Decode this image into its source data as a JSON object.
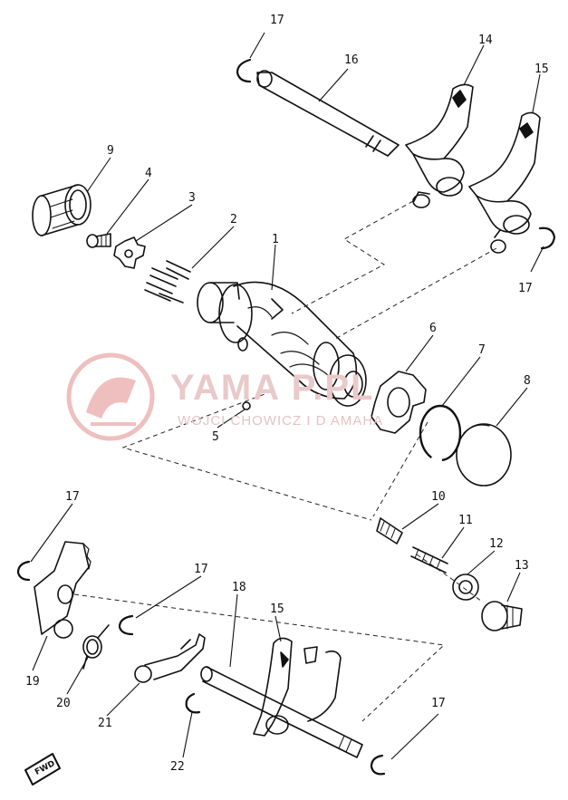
{
  "diagram": {
    "type": "exploded-parts-diagram",
    "fwd_label": "FWD",
    "watermark": {
      "title": "YAMA  P.PL",
      "subtitle": "WOJCI CHOWICZ I D   AMAHA",
      "color": "#e8c4c4"
    },
    "callouts": [
      {
        "id": "c17a",
        "number": "17"
      },
      {
        "id": "c16",
        "number": "16"
      },
      {
        "id": "c14",
        "number": "14"
      },
      {
        "id": "c15a",
        "number": "15"
      },
      {
        "id": "c9",
        "number": "9"
      },
      {
        "id": "c4",
        "number": "4"
      },
      {
        "id": "c3",
        "number": "3"
      },
      {
        "id": "c2",
        "number": "2"
      },
      {
        "id": "c1",
        "number": "1"
      },
      {
        "id": "c17b",
        "number": "17"
      },
      {
        "id": "c6",
        "number": "6"
      },
      {
        "id": "c7",
        "number": "7"
      },
      {
        "id": "c8",
        "number": "8"
      },
      {
        "id": "c5",
        "number": "5"
      },
      {
        "id": "c10",
        "number": "10"
      },
      {
        "id": "c11",
        "number": "11"
      },
      {
        "id": "c12",
        "number": "12"
      },
      {
        "id": "c13",
        "number": "13"
      },
      {
        "id": "c17c",
        "number": "17"
      },
      {
        "id": "c17d",
        "number": "17"
      },
      {
        "id": "c18",
        "number": "18"
      },
      {
        "id": "c15b",
        "number": "15"
      },
      {
        "id": "c19",
        "number": "19"
      },
      {
        "id": "c20",
        "number": "20"
      },
      {
        "id": "c21",
        "number": "21"
      },
      {
        "id": "c17e",
        "number": "17"
      },
      {
        "id": "c22",
        "number": "22"
      }
    ]
  }
}
